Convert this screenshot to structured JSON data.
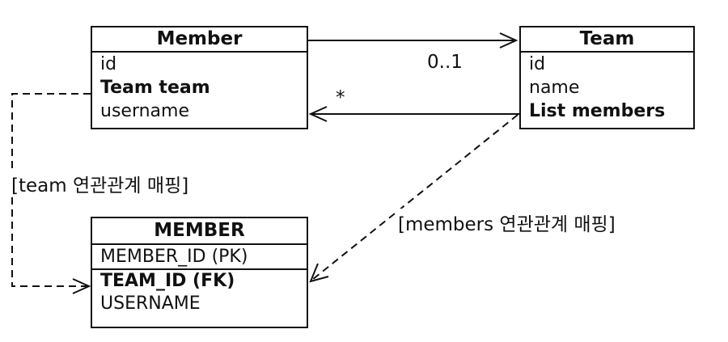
{
  "member_class": {
    "title": "Member",
    "fields": [
      "id",
      "Team team",
      "username"
    ]
  },
  "team_class": {
    "title": "Team",
    "fields": [
      "id",
      "name",
      "List members"
    ]
  },
  "member_table": {
    "title": "MEMBER",
    "columns": [
      "MEMBER_ID (PK)",
      "TEAM_ID (FK)",
      "USERNAME"
    ]
  },
  "associations": {
    "member_to_team_multiplicity": "0..1",
    "team_to_member_multiplicity": "*"
  },
  "mapping_labels": {
    "team_mapping": "[team 연관관계 매핑]",
    "members_mapping": "[members 연관관계 매핑]"
  },
  "colors": {
    "line": "#111111",
    "background": "#ffffff"
  }
}
